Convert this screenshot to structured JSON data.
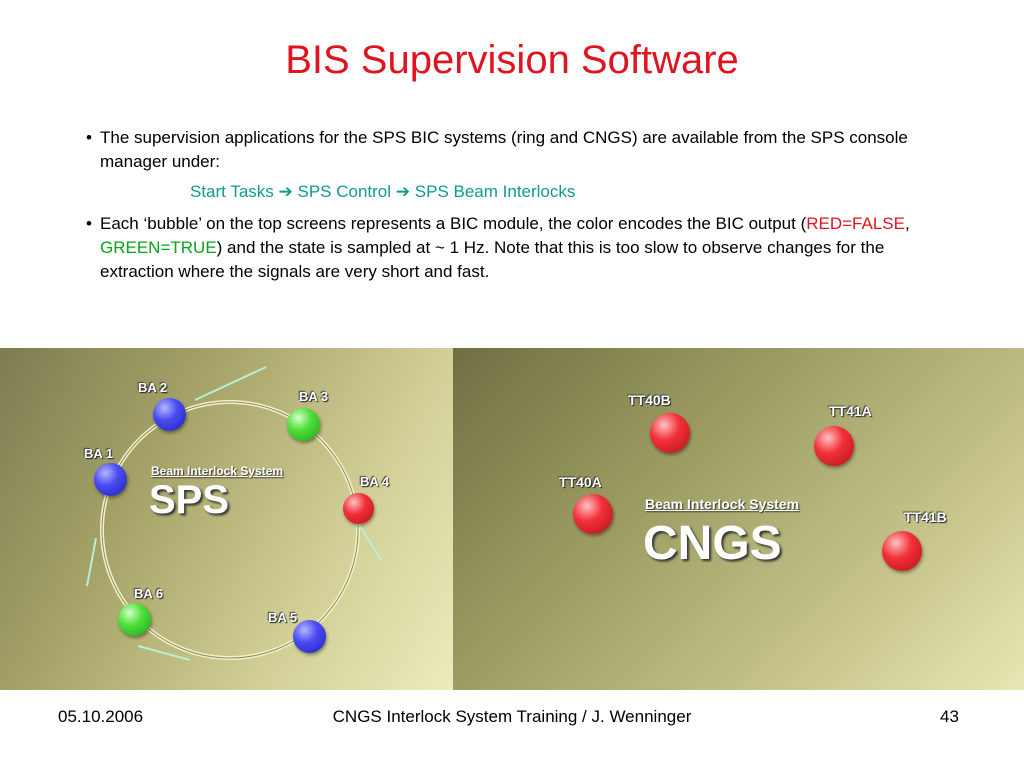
{
  "slide": {
    "title": "BIS Supervision Software",
    "bullets": [
      {
        "marker": "•",
        "text": "The supervision applications for the SPS BIC systems (ring and CNGS) are available from the SPS console manager under:"
      }
    ],
    "menu_path": {
      "step1": "Start Tasks",
      "arrow": "➔",
      "step2": "SPS Control",
      "step3": "SPS Beam Interlocks"
    },
    "bullet2": {
      "marker": "•",
      "part1": "Each ‘bubble’ on the top screens represents a BIC module, the color encodes the BIC output (",
      "red_text": "RED=FALSE",
      "sep": ", ",
      "green_text": "GREEN=TRUE",
      "part2": ") and the state is sampled at ~ 1 Hz. Note that this is too slow to observe changes for the extraction where the signals are very short and fast."
    }
  },
  "sps_panel": {
    "system_label": "Beam Interlock System",
    "name": "SPS",
    "modules": [
      {
        "label": "BA 2",
        "state": "blue"
      },
      {
        "label": "BA 3",
        "state": "green"
      },
      {
        "label": "BA 1",
        "state": "blue"
      },
      {
        "label": "BA 4",
        "state": "red"
      },
      {
        "label": "BA 6",
        "state": "green"
      },
      {
        "label": "BA 5",
        "state": "blue"
      }
    ]
  },
  "cngs_panel": {
    "system_label": "Beam Interlock System",
    "name": "CNGS",
    "modules": [
      {
        "label": "TT40B",
        "state": "red"
      },
      {
        "label": "TT41A",
        "state": "red"
      },
      {
        "label": "TT40A",
        "state": "red"
      },
      {
        "label": "TT41B",
        "state": "red"
      }
    ]
  },
  "footer": {
    "date": "05.10.2006",
    "center": "CNGS Interlock System Training / J. Wenninger",
    "page": "43"
  },
  "colors": {
    "title": "#e0141e",
    "path": "#0f9a8e",
    "false": "#e0141e",
    "true": "#0aa31c"
  }
}
